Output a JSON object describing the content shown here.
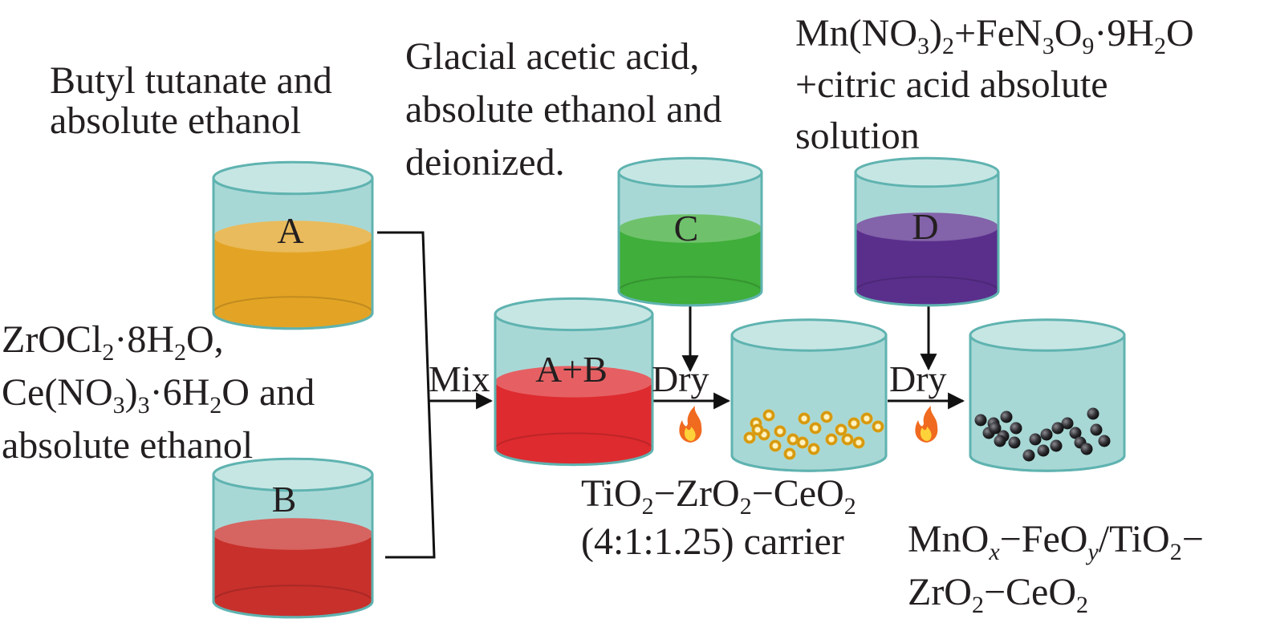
{
  "labels": {
    "a_desc": [
      "Butyl tutanate and",
      "absolute ethanol"
    ],
    "b_desc": {
      "line1_main": "ZrOCl",
      "line1_sub": "2",
      "line1_rest": "·8H",
      "line1_sub2": "2",
      "line1_end": "O,",
      "line2_main": "Ce(NO",
      "line2_sub": "3",
      "line2_mid": ")",
      "line2_sub2": "3",
      "line2_rest": "·6H",
      "line2_sub3": "2",
      "line2_end": "O and",
      "line3": "absolute ethanol"
    },
    "c_desc": [
      "Glacial acetic acid,",
      "absolute ethanol and",
      "deionized."
    ],
    "d_desc": {
      "line1_a": "Mn(NO",
      "line1_s1": "3",
      "line1_b": ")",
      "line1_s2": "2",
      "line1_c": "+FeN",
      "line1_s3": "3",
      "line1_d": "O",
      "line1_s4": "9",
      "line1_e": "·9H",
      "line1_s5": "2",
      "line1_f": "O",
      "line2": "+citric acid absolute",
      "line3": "solution"
    },
    "carrier": {
      "l1_a": "TiO",
      "l1_s1": "2",
      "l1_b": "−ZrO",
      "l1_s2": "2",
      "l1_c": "−CeO",
      "l1_s3": "2",
      "l2": "(4:1:1.25) carrier"
    },
    "product": {
      "l1_a": "MnO",
      "l1_x": "x",
      "l1_b": "−FeO",
      "l1_y": "y",
      "l1_c": "/TiO",
      "l1_s1": "2",
      "l1_d": "−",
      "l2_a": "ZrO",
      "l2_s1": "2",
      "l2_b": "−CeO",
      "l2_s2": "2"
    }
  },
  "beakers": {
    "a": "A",
    "b": "B",
    "c": "C",
    "d": "D",
    "ab": "A+B"
  },
  "steps": {
    "mix": "Mix",
    "dry1": "Dry",
    "dry2": "Dry"
  },
  "colors": {
    "glass": "#a8d8d6",
    "glass_edge": "#5fb3b0",
    "liquid_a": "#e3a425",
    "liquid_b": "#c8302b",
    "liquid_c": "#3fae3a",
    "liquid_d": "#5a2f8c",
    "liquid_ab": "#de2b2f",
    "particles_carrier": "#e1a516",
    "particles_product": "#2e2e33",
    "line": "#111111"
  },
  "icons": [
    "flame-icon",
    "flame-icon"
  ]
}
